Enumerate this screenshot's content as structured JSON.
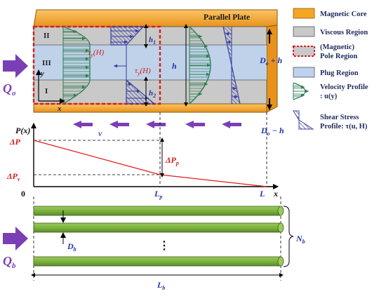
{
  "channel": {
    "plate_label": "Parallel Plate",
    "region_labels": [
      "II",
      "III",
      "I"
    ],
    "flow_label": "Q",
    "flow_sub": "o",
    "y_axis": "y",
    "x_axis": "x",
    "h": "h",
    "h1": "h",
    "h1_sub": "1",
    "h2": "h",
    "h2_sub": "2",
    "neg_tau": "−τ",
    "neg_tau_sub": "y",
    "neg_tau_arg": "(H)",
    "tau": "τ",
    "tau_sub": "y",
    "tau_arg": "(H)",
    "top_gap": "D",
    "top_gap_sub": "o",
    "top_gap_rest": " + h",
    "bottom_gap": "D",
    "bottom_gap_sub": "o",
    "bottom_gap_rest": " − h"
  },
  "velocity_label": "v",
  "pressure_plot": {
    "y_label": "P(x)",
    "x_label": "x",
    "delta_p": "ΔP",
    "delta_pv": "ΔP",
    "delta_pv_sub": "v",
    "delta_pp": "ΔP",
    "delta_pp_sub": "p",
    "origin": "0",
    "lp": "L",
    "lp_sub": "p",
    "l": "L"
  },
  "chart_data": {
    "type": "line",
    "x": [
      "0",
      "L_p",
      "L"
    ],
    "y": [
      "ΔP",
      "ΔP_v",
      "0"
    ]
  },
  "bundle": {
    "flow_label": "Q",
    "flow_sub": "b",
    "db": "D",
    "db_sub": "b",
    "nb": "N",
    "nb_sub": "b",
    "lb": "L",
    "lb_sub": "b",
    "ellipsis": "⋮"
  },
  "legend": {
    "magnetic_core": "Magnetic Core",
    "viscous": "Viscous Region",
    "pole_1": "(Magnetic)",
    "pole_2": "Pole Region",
    "plug": "Plug Region",
    "vel_1": "Velocity Profile",
    "vel_2": ": u(y)",
    "shear_1": "Shear Stress",
    "shear_2": "Profile: τ(u, H)"
  },
  "colors": {
    "core": "#F5A623",
    "viscous": "#C9C9C9",
    "plug": "#BDD3EE",
    "pole_border": "#E01B1B",
    "velocity": "#2E7D52",
    "shear": "#3A3FA0",
    "flow_arrow": "#7B3FB5",
    "label_blue": "#2233A6",
    "label_red": "#D01C1C",
    "tube": "#7DB240"
  }
}
